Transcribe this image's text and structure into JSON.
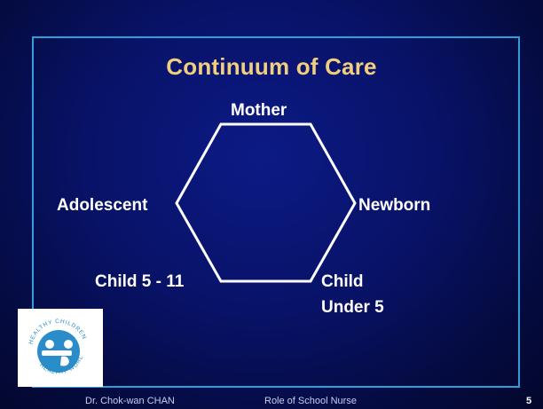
{
  "slide": {
    "title": "Continuum of Care",
    "nodes": {
      "top": "Mother",
      "right": "Newborn",
      "bottom_right_line1": "Child",
      "bottom_right_line2": "Under 5",
      "bottom_left": "Child 5 - 11",
      "left": "Adolescent"
    },
    "logo": {
      "arc_top": "HEALTHY CHILDREN",
      "arc_bottom": "HEALTHY WORLD"
    },
    "footer": {
      "author": "Dr. Chok-wan CHAN",
      "topic": "Role of School Nurse",
      "page": "5"
    }
  },
  "colors": {
    "title": "#f2cf7e",
    "frame": "#2e9fd8",
    "text": "#ffffff",
    "logo_accent": "#2a8cc8"
  }
}
